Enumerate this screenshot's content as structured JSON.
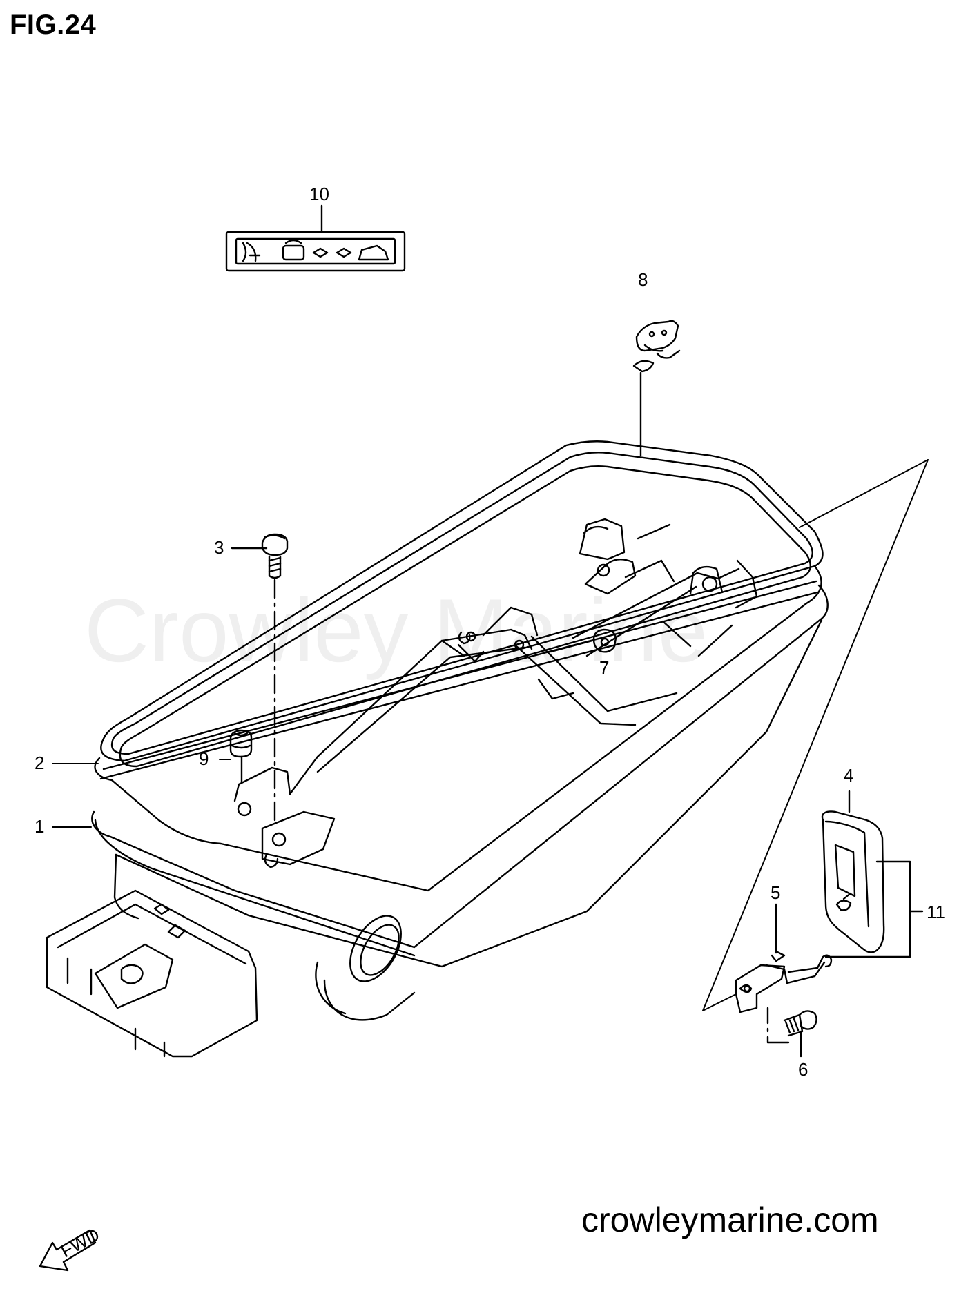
{
  "figure_title": "FIG.24",
  "website": "crowleymarine.com",
  "watermark": "Crowley Marine",
  "fwd_label": "FWD",
  "callouts": [
    "1",
    "2",
    "3",
    "4",
    "5",
    "6",
    "7",
    "8",
    "9",
    "10",
    "11"
  ]
}
